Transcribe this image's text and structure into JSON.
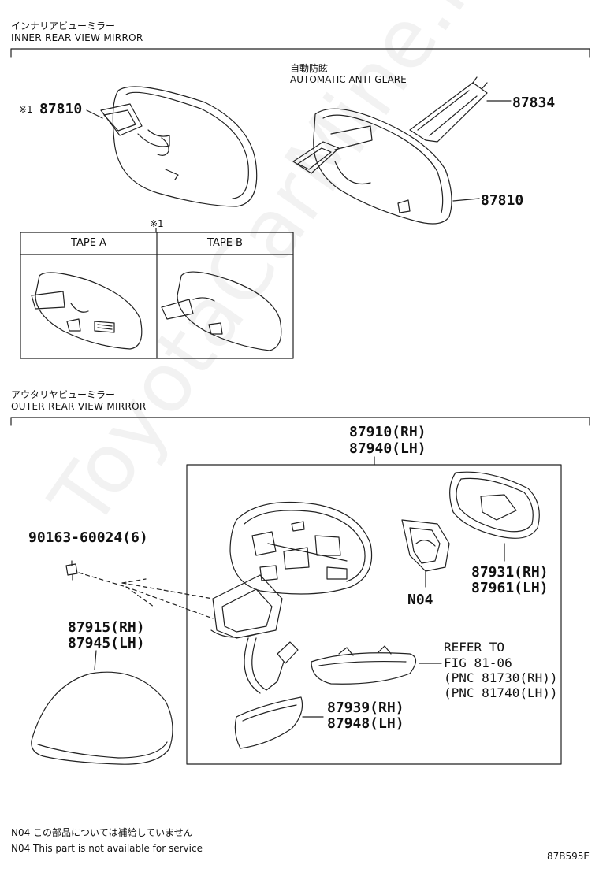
{
  "inner_section": {
    "title_jp": "インナリアビューミラー",
    "title_en": "INNER REAR VIEW MIRROR",
    "mark": "※1",
    "part_87810_left": "87810",
    "auto_jp": "自動防眩",
    "auto_en": "AUTOMATIC ANTI-GLARE",
    "part_87834": "87834",
    "part_87810_right": "87810",
    "tape_mark": "※1",
    "tape_a": "TAPE A",
    "tape_b": "TAPE B"
  },
  "outer_section": {
    "title_jp": "アウタリヤビューミラー",
    "title_en": "OUTER REAR VIEW MIRROR",
    "assy_rh": "87910(RH)",
    "assy_lh": "87940(LH)",
    "screw": "90163-60024(6)",
    "cover_rh": "87915(RH)",
    "cover_lh": "87945(LH)",
    "glass_rh": "87931(RH)",
    "glass_lh": "87961(LH)",
    "n04": "N04",
    "refer_1": "REFER TO",
    "refer_2": "FIG 81-06",
    "refer_3": "(PNC 81730(RH))",
    "refer_4": "(PNC 81740(LH))",
    "lower_rh": "87939(RH)",
    "lower_lh": "87948(LH)"
  },
  "footer": {
    "note_jp": "N04 この部品については補給していません",
    "note_en": "N04 This part is not available for service",
    "code": "87B595E"
  },
  "watermark": "ToyotaCarMine.ru"
}
